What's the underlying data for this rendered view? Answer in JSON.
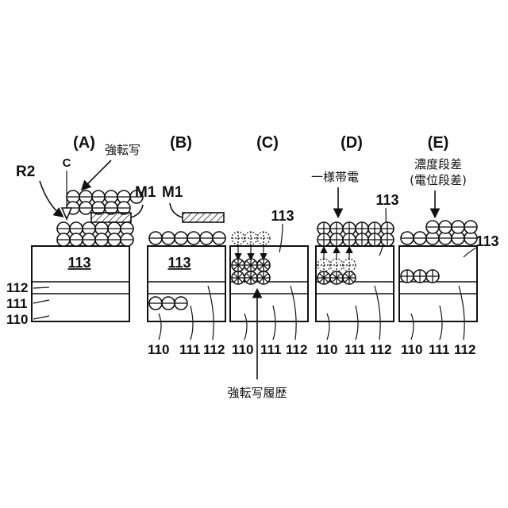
{
  "panels": [
    {
      "id": "A",
      "label": "(A)",
      "layer_label": "113"
    },
    {
      "id": "B",
      "label": "(B)",
      "layer_label": "113"
    },
    {
      "id": "C",
      "label": "(C)",
      "layer_label": "113"
    },
    {
      "id": "D",
      "label": "(D)",
      "layer_label": "113"
    },
    {
      "id": "E",
      "label": "(E)",
      "layer_label": "113"
    }
  ],
  "labels": {
    "strong_transfer": "強転写",
    "c": "C",
    "r2": "R2",
    "m1": "M1",
    "uniform_charge": "一様帯電",
    "density_step": "濃度段差",
    "potential_step": "(電位段差)",
    "transfer_history": "強転写履歴",
    "n110": "110",
    "n111": "111",
    "n112": "112",
    "n113": "113"
  }
}
